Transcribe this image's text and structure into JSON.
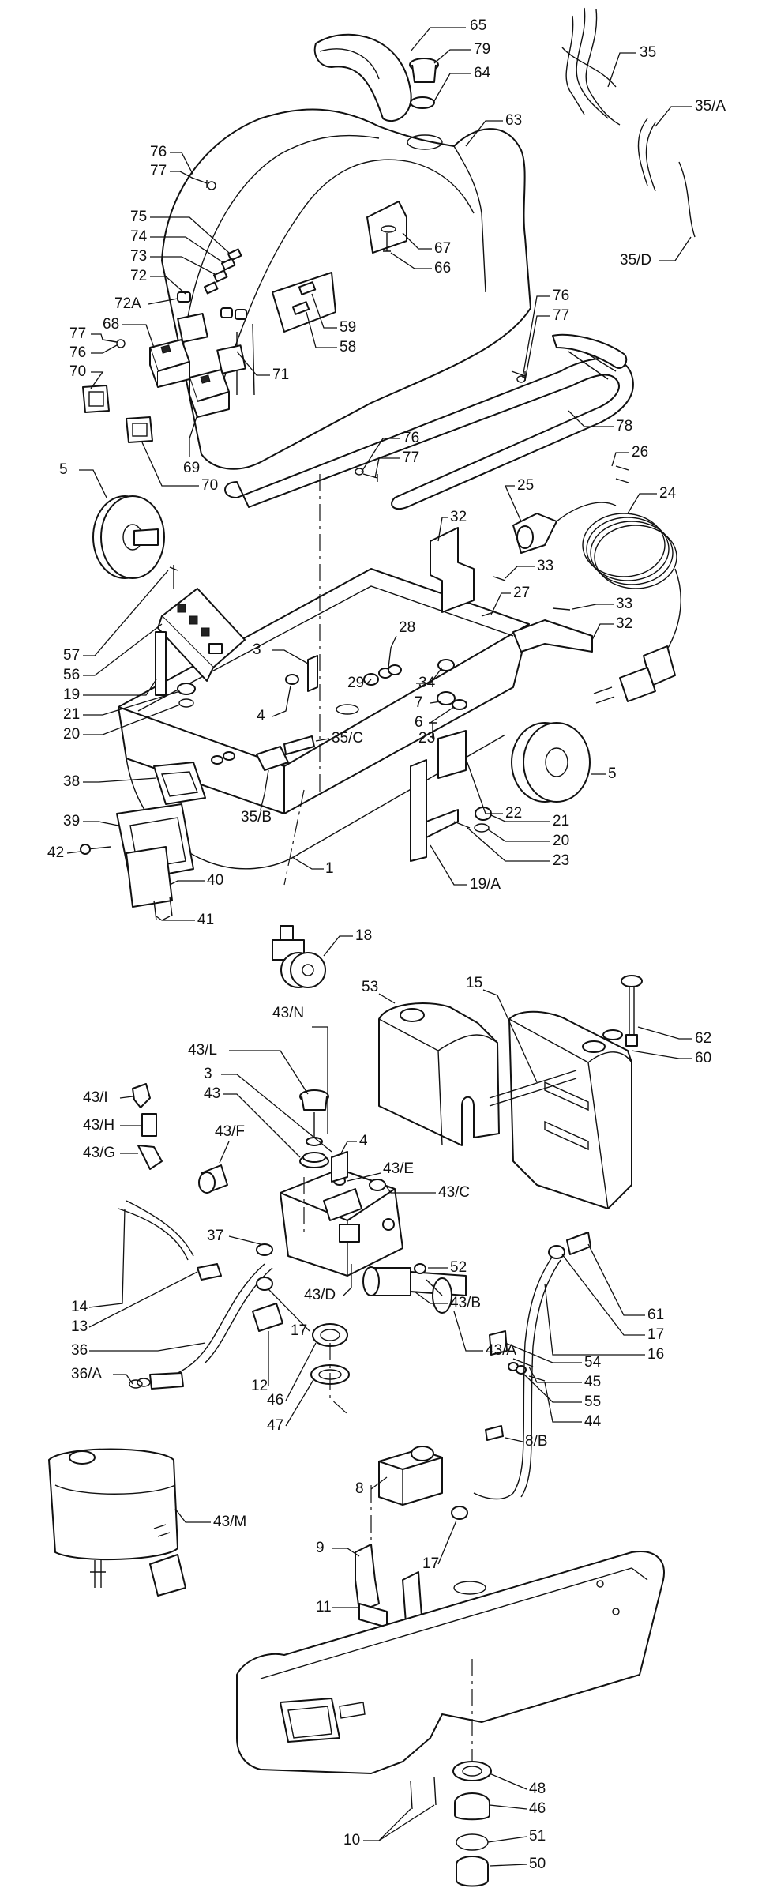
{
  "diagram": {
    "callouts": [
      {
        "id": "c65",
        "text": "65"
      },
      {
        "id": "c79",
        "text": "79"
      },
      {
        "id": "c64",
        "text": "64"
      },
      {
        "id": "c63",
        "text": "63"
      },
      {
        "id": "c35",
        "text": "35"
      },
      {
        "id": "c35a",
        "text": "35/A"
      },
      {
        "id": "c35d",
        "text": "35/D"
      },
      {
        "id": "c76a",
        "text": "76"
      },
      {
        "id": "c77a",
        "text": "77"
      },
      {
        "id": "c75",
        "text": "75"
      },
      {
        "id": "c74",
        "text": "74"
      },
      {
        "id": "c73",
        "text": "73"
      },
      {
        "id": "c72",
        "text": "72"
      },
      {
        "id": "c72a",
        "text": "72A"
      },
      {
        "id": "c67",
        "text": "67"
      },
      {
        "id": "c66",
        "text": "66"
      },
      {
        "id": "c59",
        "text": "59"
      },
      {
        "id": "c58",
        "text": "58"
      },
      {
        "id": "c68",
        "text": "68"
      },
      {
        "id": "c77b",
        "text": "77"
      },
      {
        "id": "c76b",
        "text": "76"
      },
      {
        "id": "c70a",
        "text": "70"
      },
      {
        "id": "c71",
        "text": "71"
      },
      {
        "id": "c76c",
        "text": "76"
      },
      {
        "id": "c77c",
        "text": "77"
      },
      {
        "id": "c78",
        "text": "78"
      },
      {
        "id": "c69",
        "text": "69"
      },
      {
        "id": "c70b",
        "text": "70"
      },
      {
        "id": "c76d",
        "text": "76"
      },
      {
        "id": "c77d",
        "text": "77"
      },
      {
        "id": "c26",
        "text": "26"
      },
      {
        "id": "c5a",
        "text": "5"
      },
      {
        "id": "c25",
        "text": "25"
      },
      {
        "id": "c24",
        "text": "24"
      },
      {
        "id": "c32a",
        "text": "32"
      },
      {
        "id": "c33a",
        "text": "33"
      },
      {
        "id": "c27",
        "text": "27"
      },
      {
        "id": "c33b",
        "text": "33"
      },
      {
        "id": "c32b",
        "text": "32"
      },
      {
        "id": "c57",
        "text": "57"
      },
      {
        "id": "c56",
        "text": "56"
      },
      {
        "id": "c3a",
        "text": "3"
      },
      {
        "id": "c28",
        "text": "28"
      },
      {
        "id": "c19",
        "text": "19"
      },
      {
        "id": "c29",
        "text": "29"
      },
      {
        "id": "c34",
        "text": "34"
      },
      {
        "id": "c21a",
        "text": "21"
      },
      {
        "id": "c7",
        "text": "7"
      },
      {
        "id": "c20a",
        "text": "20"
      },
      {
        "id": "c6",
        "text": "6"
      },
      {
        "id": "c4a",
        "text": "4"
      },
      {
        "id": "c35c",
        "text": "35/C"
      },
      {
        "id": "c23a",
        "text": "23"
      },
      {
        "id": "c5b",
        "text": "5"
      },
      {
        "id": "c38",
        "text": "38"
      },
      {
        "id": "c39",
        "text": "39"
      },
      {
        "id": "c35b",
        "text": "35/B"
      },
      {
        "id": "c22",
        "text": "22"
      },
      {
        "id": "c42",
        "text": "42"
      },
      {
        "id": "c21b",
        "text": "21"
      },
      {
        "id": "c20b",
        "text": "20"
      },
      {
        "id": "c23b",
        "text": "23"
      },
      {
        "id": "c40",
        "text": "40"
      },
      {
        "id": "c1",
        "text": "1"
      },
      {
        "id": "c19a",
        "text": "19/A"
      },
      {
        "id": "c41",
        "text": "41"
      },
      {
        "id": "c18",
        "text": "18"
      },
      {
        "id": "c53",
        "text": "53"
      },
      {
        "id": "c15",
        "text": "15"
      },
      {
        "id": "c43n",
        "text": "43/N"
      },
      {
        "id": "c62",
        "text": "62"
      },
      {
        "id": "c60",
        "text": "60"
      },
      {
        "id": "c43l",
        "text": "43/L"
      },
      {
        "id": "c3b",
        "text": "3"
      },
      {
        "id": "c43",
        "text": "43"
      },
      {
        "id": "c43i",
        "text": "43/I"
      },
      {
        "id": "c4b",
        "text": "4"
      },
      {
        "id": "c43h",
        "text": "43/H"
      },
      {
        "id": "c43f",
        "text": "43/F"
      },
      {
        "id": "c43e",
        "text": "43/E"
      },
      {
        "id": "c43c",
        "text": "43/C"
      },
      {
        "id": "c43g",
        "text": "43/G"
      },
      {
        "id": "c37",
        "text": "37"
      },
      {
        "id": "c43d",
        "text": "43/D"
      },
      {
        "id": "c52",
        "text": "52"
      },
      {
        "id": "c61",
        "text": "61"
      },
      {
        "id": "c14",
        "text": "14"
      },
      {
        "id": "c43b",
        "text": "43/B"
      },
      {
        "id": "c17a",
        "text": "17"
      },
      {
        "id": "c13",
        "text": "13"
      },
      {
        "id": "c17b",
        "text": "17"
      },
      {
        "id": "c36",
        "text": "36"
      },
      {
        "id": "c43a",
        "text": "43/A"
      },
      {
        "id": "c16",
        "text": "16"
      },
      {
        "id": "c54",
        "text": "54"
      },
      {
        "id": "c12",
        "text": "12"
      },
      {
        "id": "c45",
        "text": "45"
      },
      {
        "id": "c46a",
        "text": "46"
      },
      {
        "id": "c55",
        "text": "55"
      },
      {
        "id": "c36a",
        "text": "36/A"
      },
      {
        "id": "c47",
        "text": "47"
      },
      {
        "id": "c44",
        "text": "44"
      },
      {
        "id": "c8b",
        "text": "8/B"
      },
      {
        "id": "c8",
        "text": "8"
      },
      {
        "id": "c43m",
        "text": "43/M"
      },
      {
        "id": "c9",
        "text": "9"
      },
      {
        "id": "c17c",
        "text": "17"
      },
      {
        "id": "c11",
        "text": "11"
      },
      {
        "id": "c48",
        "text": "48"
      },
      {
        "id": "c46b",
        "text": "46"
      },
      {
        "id": "c51",
        "text": "51"
      },
      {
        "id": "c10",
        "text": "10"
      },
      {
        "id": "c50",
        "text": "50"
      }
    ],
    "colors": {
      "line": "#111111",
      "background": "#ffffff"
    }
  }
}
